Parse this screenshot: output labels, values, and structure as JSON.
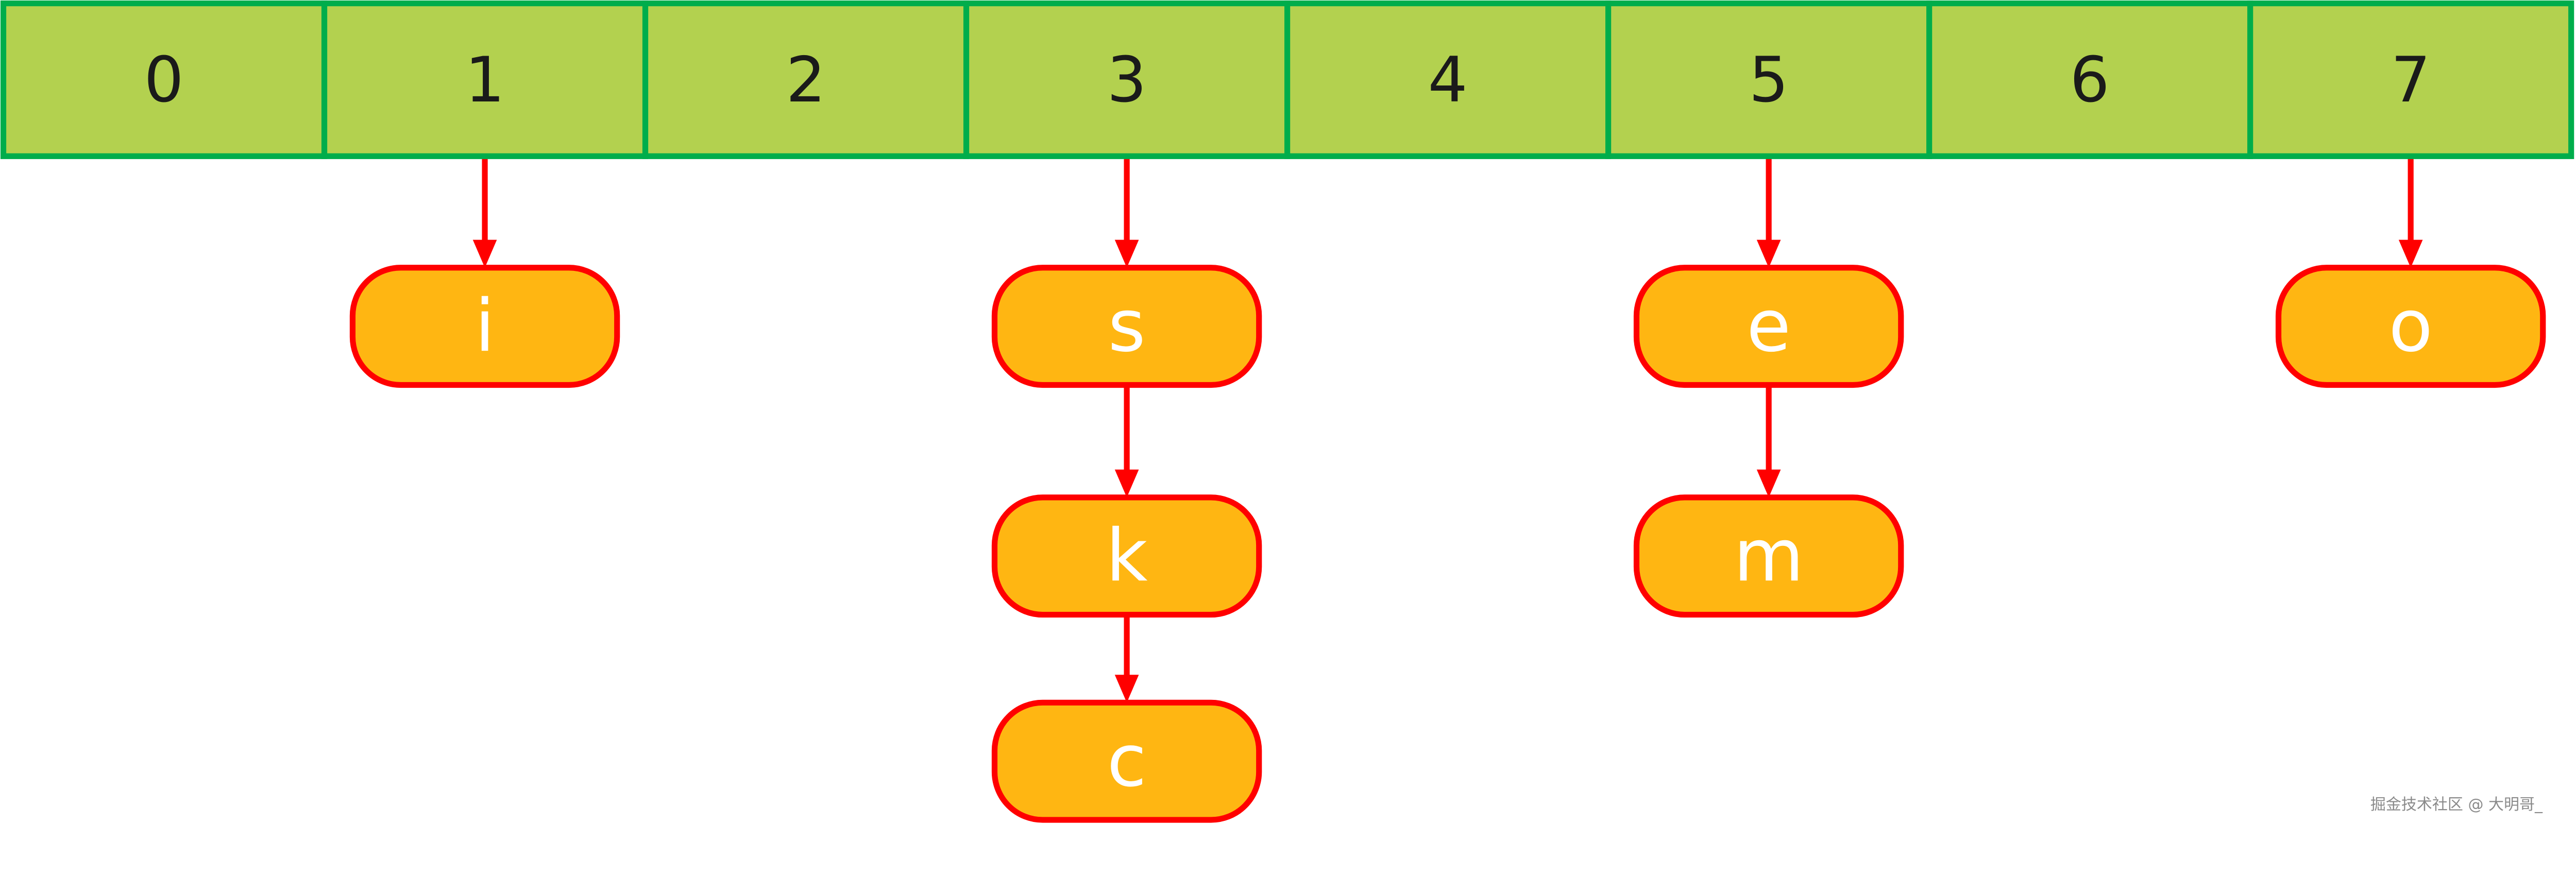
{
  "buckets": [
    "0",
    "1",
    "2",
    "3",
    "4",
    "5",
    "6",
    "7"
  ],
  "chains": [
    {
      "bucket": 1,
      "nodes": [
        "i"
      ]
    },
    {
      "bucket": 3,
      "nodes": [
        "s",
        "k",
        "c"
      ]
    },
    {
      "bucket": 5,
      "nodes": [
        "e",
        "m"
      ]
    },
    {
      "bucket": 7,
      "nodes": [
        "o"
      ]
    }
  ],
  "colors": {
    "cell_fill": "#b3d14f",
    "cell_border": "#00ad4b",
    "node_fill": "#ffb612",
    "node_border": "#ff0000",
    "arrow": "#ff0000"
  },
  "watermark": "掘金技术社区 @ 大明哥_"
}
